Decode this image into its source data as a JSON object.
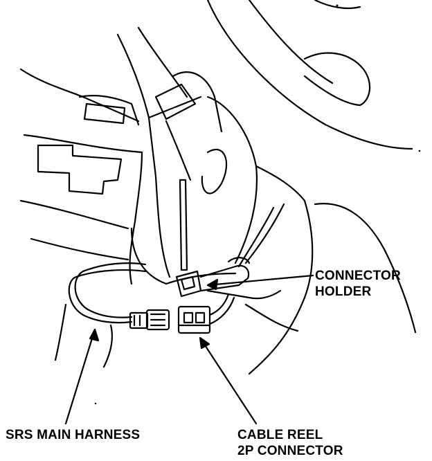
{
  "labels": {
    "connector_holder": [
      "CONNECTOR",
      "HOLDER"
    ],
    "srs_main_harness": "SRS MAIN HARNESS",
    "cable_reel_connector": [
      "CABLE REEL",
      "2P CONNECTOR"
    ]
  },
  "colors": {
    "ink": "#000000",
    "paper": "#ffffff"
  }
}
